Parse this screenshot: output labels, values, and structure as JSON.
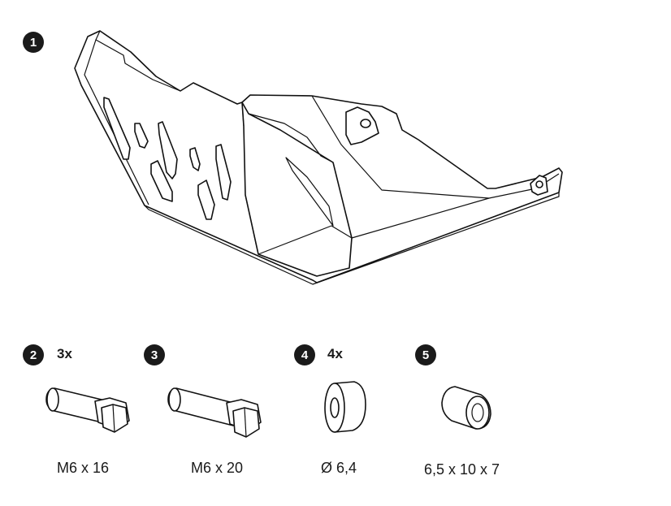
{
  "parts": [
    {
      "number": "1",
      "quantity": "",
      "caption": ""
    },
    {
      "number": "2",
      "quantity": "3x",
      "caption": "M6 x 16"
    },
    {
      "number": "3",
      "quantity": "",
      "caption": "M6 x 20"
    },
    {
      "number": "4",
      "quantity": "4x",
      "caption": "Ø 6,4"
    },
    {
      "number": "5",
      "quantity": "",
      "caption": "6,5 x 10 x 7"
    }
  ],
  "icons": {
    "part1": "skid-plate-icon",
    "part2": "hex-bolt-icon",
    "part3": "hex-bolt-icon",
    "part4": "washer-icon",
    "part5": "spacer-sleeve-icon"
  },
  "colors": {
    "ink": "#1a1a1a",
    "background": "#ffffff"
  }
}
